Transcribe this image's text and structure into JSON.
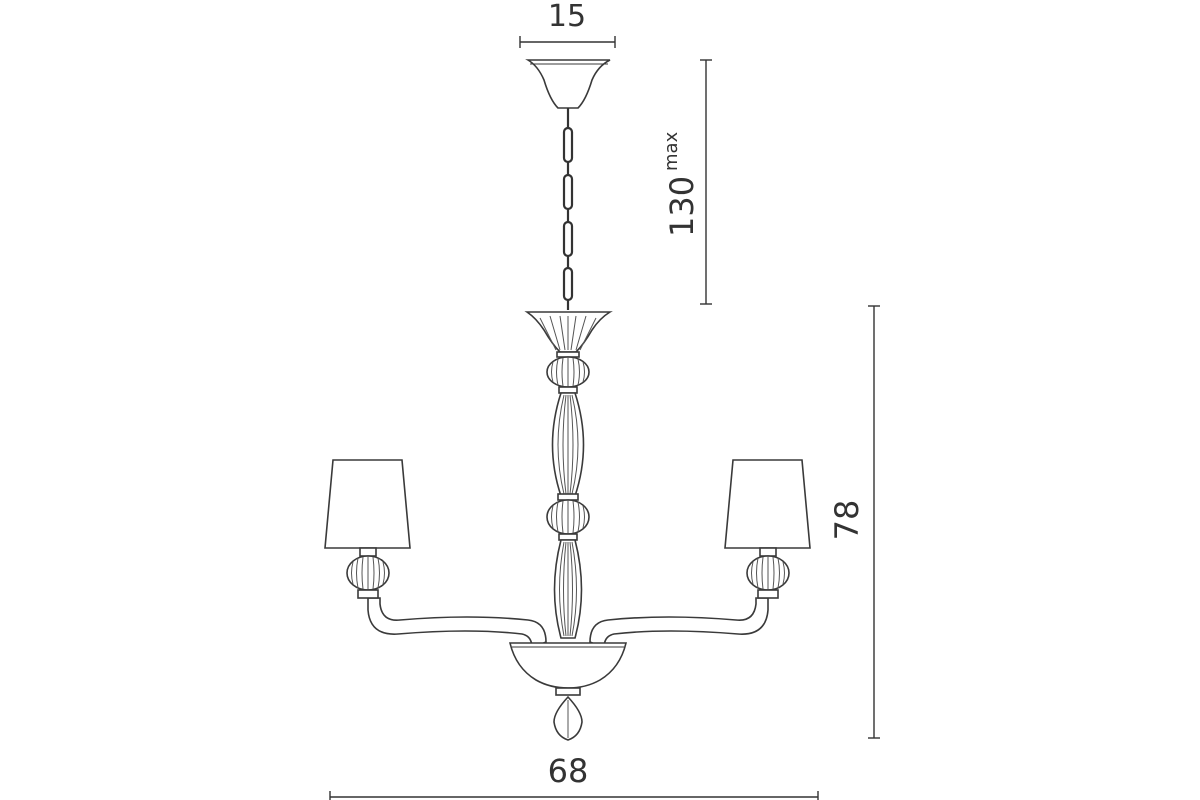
{
  "dimensions": {
    "canopy_width": "15",
    "drop_length": "130",
    "drop_suffix": "max",
    "height": "78",
    "width": "68"
  },
  "icons": [
    "chandelier-drawing"
  ]
}
